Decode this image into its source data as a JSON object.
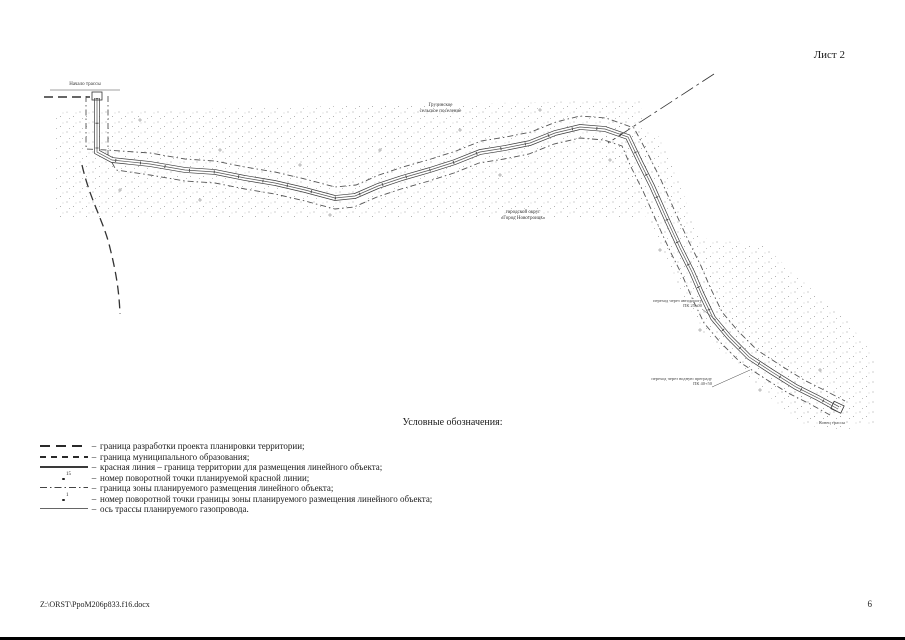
{
  "page": {
    "sheet_label": "Лист 2",
    "footer_path": "Z:\\ORST\\PpoM206p833.f16.docx",
    "page_number": "6"
  },
  "map": {
    "labels": {
      "start": "Начало трассы",
      "settlement_line1": "Грузинское",
      "settlement_line2": "сельское поселение",
      "district_line1": "городской округ",
      "district_line2": "«Город Новотроицк»",
      "ann1_line1": "переход через автодорогу",
      "ann1_line2": "ПК 25+00",
      "ann2_line1": "переход через водную преграду",
      "ann2_line2": "ПК 40+50",
      "end": "Конец трассы"
    }
  },
  "legend": {
    "title": "Условные обозначения:",
    "separator": "–",
    "items": [
      {
        "text": "граница разработки проекта планировки территории;",
        "sample": "dash-bold"
      },
      {
        "text": "граница муниципального образования;",
        "sample": "dash-medium"
      },
      {
        "text": "красная линия – граница территории для размещения линейного объекта;",
        "sample": "solid"
      },
      {
        "text": "номер поворотной точки планируемой красной линии;",
        "sample": "point-number",
        "marker": "15"
      },
      {
        "text": "граница зоны планируемого размещения линейного объекта;",
        "sample": "dash-dot"
      },
      {
        "text": "номер поворотной точки границы зоны планируемого размещения линейного объекта;",
        "sample": "point-number",
        "marker": "1"
      },
      {
        "text": "ось трассы планируемого газопровода.",
        "sample": "solid-thin"
      }
    ]
  }
}
